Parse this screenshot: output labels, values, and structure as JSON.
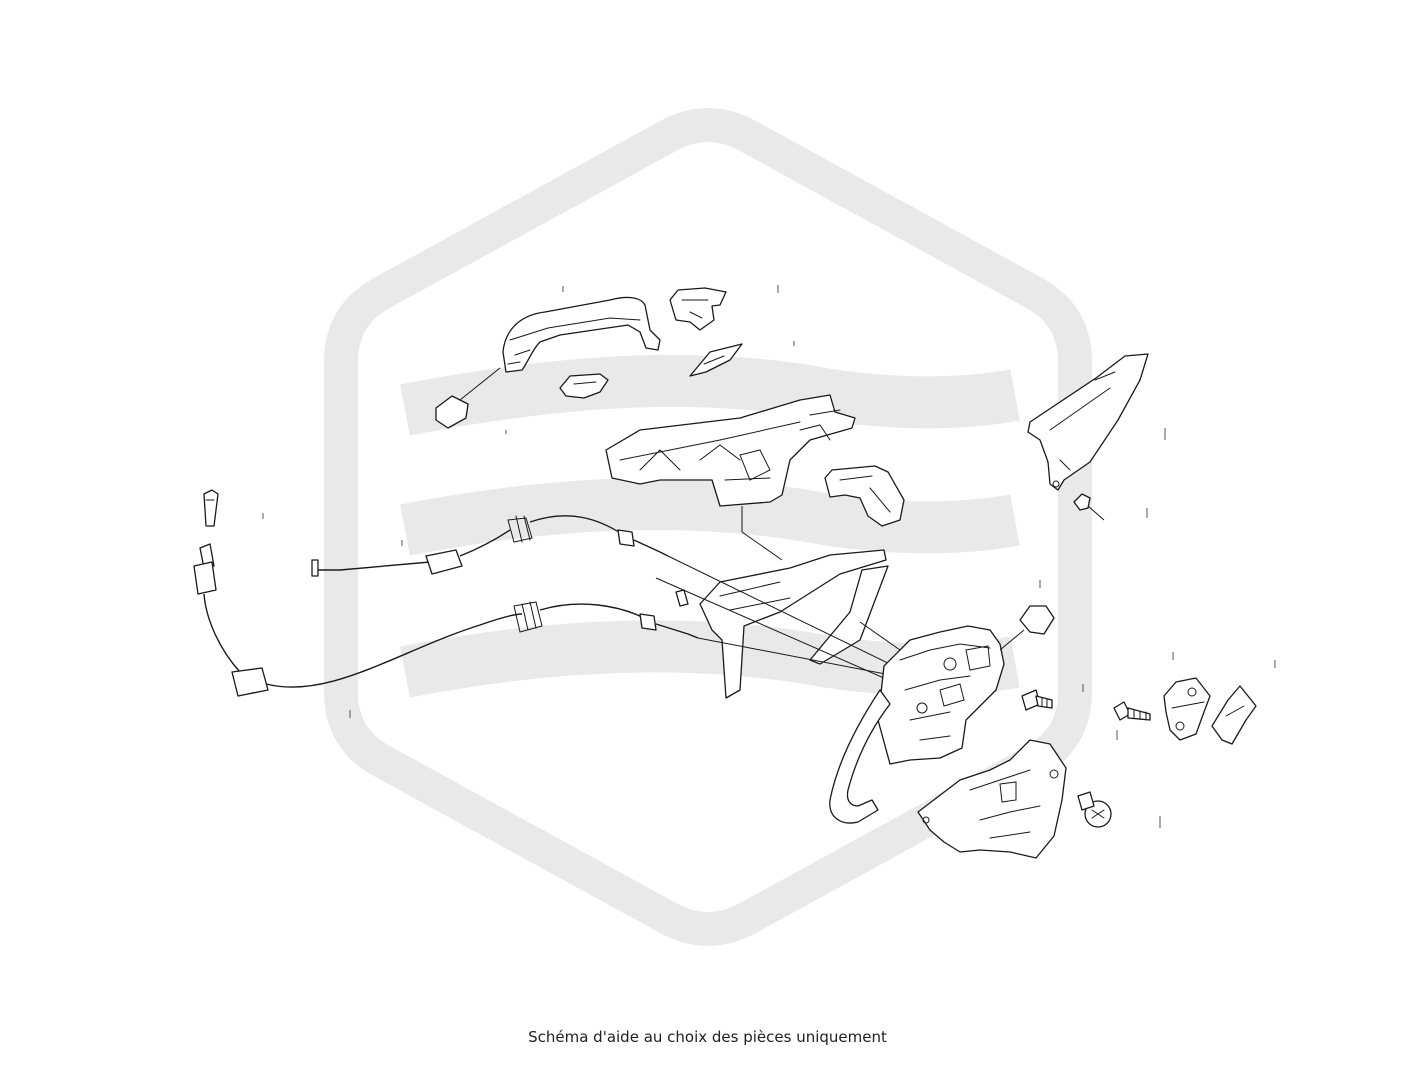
{
  "caption": "Schéma d'aide au choix des pièces uniquement",
  "colors": {
    "background": "#ffffff",
    "watermark": "#e9e9e9",
    "line_art": "#1a1a1a",
    "caption_text": "#222222"
  },
  "watermark_icon": "hexagon-wave-logo-icon",
  "parts": [
    {
      "name": "exterior-door-handle",
      "icon": "door-handle-icon"
    },
    {
      "name": "handle-end-cap",
      "icon": "handle-cap-icon"
    },
    {
      "name": "handle-gasket-front",
      "icon": "gasket-icon"
    },
    {
      "name": "handle-gasket-rear",
      "icon": "gasket-icon"
    },
    {
      "name": "handle-carrier-bracket",
      "icon": "bracket-icon"
    },
    {
      "name": "carrier-support-piece",
      "icon": "bracket-icon"
    },
    {
      "name": "side-trim-plate",
      "icon": "trim-plate-icon"
    },
    {
      "name": "interior-release-cable",
      "icon": "cable-icon"
    },
    {
      "name": "lock-cable-with-connector",
      "icon": "cable-icon"
    },
    {
      "name": "cable-connector-plug",
      "icon": "connector-icon"
    },
    {
      "name": "door-lock-actuator",
      "icon": "lock-actuator-icon"
    },
    {
      "name": "lock-mounting-plate",
      "icon": "plate-icon"
    },
    {
      "name": "guide-bracket",
      "icon": "bracket-icon"
    },
    {
      "name": "striker-plate",
      "icon": "striker-icon"
    },
    {
      "name": "striker-shim",
      "icon": "shim-icon"
    },
    {
      "name": "striker-screw",
      "icon": "screw-icon"
    },
    {
      "name": "lock-torx-bolt",
      "icon": "bolt-icon"
    },
    {
      "name": "lock-screw",
      "icon": "screw-icon"
    },
    {
      "name": "trim-clip",
      "icon": "clip-icon"
    },
    {
      "name": "lock-cap-clip",
      "icon": "clip-icon"
    }
  ]
}
